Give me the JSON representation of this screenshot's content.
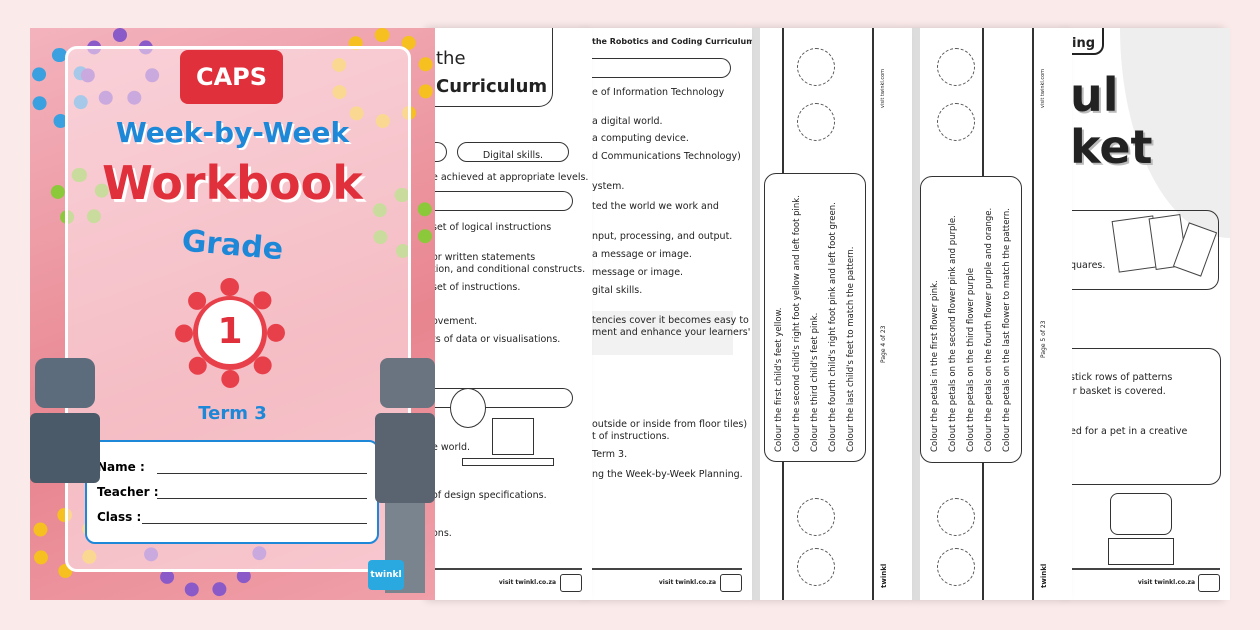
{
  "cover": {
    "badge": "CAPS",
    "title1": "Week-by-Week",
    "title2": "Workbook",
    "grade_label": "Grade",
    "grade_number": "1",
    "term": "Term 3",
    "fields": [
      "Name :",
      "Teacher :",
      "Class :"
    ],
    "logo": "twinkl",
    "colors": {
      "red": "#e0303c",
      "blue": "#1e88d8",
      "pink": "#f0a0aa"
    }
  },
  "page1": {
    "heading1": "the",
    "heading2": "Curriculum",
    "pill": "Digital skills.",
    "lines": [
      "e achieved at appropriate levels.",
      "set of logical instructions",
      "or written statements",
      "tion, and conditional constructs.",
      "set of instructions.",
      "ovement.",
      "ts of data or visualisations.",
      "e world.",
      "of design specifications.",
      "ons."
    ],
    "footer": "visit twinkl.co.za"
  },
  "page2": {
    "header": "the Robotics and Coding Curriculum.",
    "lines": [
      "e of Information Technology",
      "a digital world.",
      "a computing device.",
      "d Communications Technology)",
      "ystem.",
      "ted the world we work and",
      "nput, processing, and output.",
      "a message or image.",
      "message or image.",
      "gital skills.",
      "tencies cover it becomes easy to",
      "ment and enhance your learners'",
      "outside or inside from floor tiles)",
      "t of instructions.",
      "Term 3.",
      "ng the Week-by-Week Planning."
    ],
    "footer": "visit twinkl.co.za"
  },
  "page3": {
    "instructions": [
      "Colour the first child's feet yellow.",
      "Colour the second child's right foot yellow and left foot pink.",
      "Colour the third child's feet pink.",
      "Colour the fourth child's right foot pink and left foot green.",
      "Colour the last child's feet to match the pattern."
    ],
    "page_no": "Page 4 of 23",
    "side_url": "visit twinkl.com",
    "logo": "twinkl"
  },
  "page4": {
    "instructions": [
      "Colour the petals in the first flower pink.",
      "Colout the petals on the second flower pink and purple.",
      "Colout the petals on the third flower purple",
      "Colour the petals on the fourth flower purple and orange.",
      "Colour the petals on the last flower to match the pattern."
    ],
    "page_no": "Page 5 of 23",
    "side_url": "visit twinkl.com",
    "logo": "twinkl"
  },
  "page5": {
    "tab": "ing",
    "title1": "ul",
    "title2": "ket",
    "lines": [
      "quares.",
      "stick rows of patterns",
      "ir basket is covered.",
      "ed for a pet in a creative"
    ],
    "footer": "visit twinkl.co.za"
  }
}
